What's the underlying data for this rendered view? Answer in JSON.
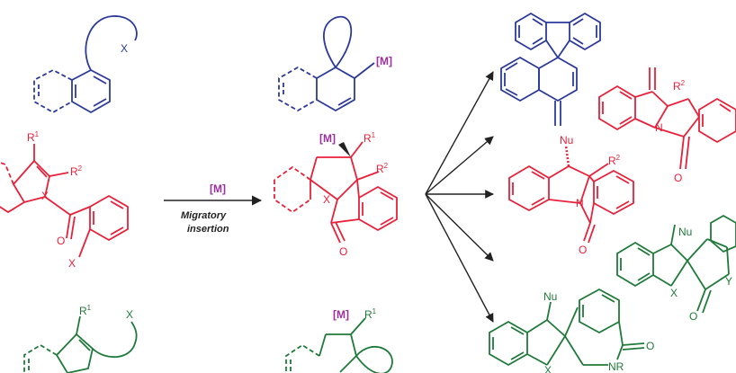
{
  "colors": {
    "blue": "#2b3a9a",
    "red": "#e8213a",
    "green": "#1f7a3a",
    "purple": "#9b2f9b",
    "arrow": "#222222"
  },
  "metal": "[M]",
  "conditions": {
    "reagent": "[M]",
    "line1": "Migratory",
    "line2": "insertion"
  },
  "labels": {
    "X": "X",
    "Y": "Y",
    "R": "R",
    "N": "N",
    "O": "O",
    "Nu": "Nu",
    "NR": "NR",
    "one": "1",
    "two": "2"
  }
}
